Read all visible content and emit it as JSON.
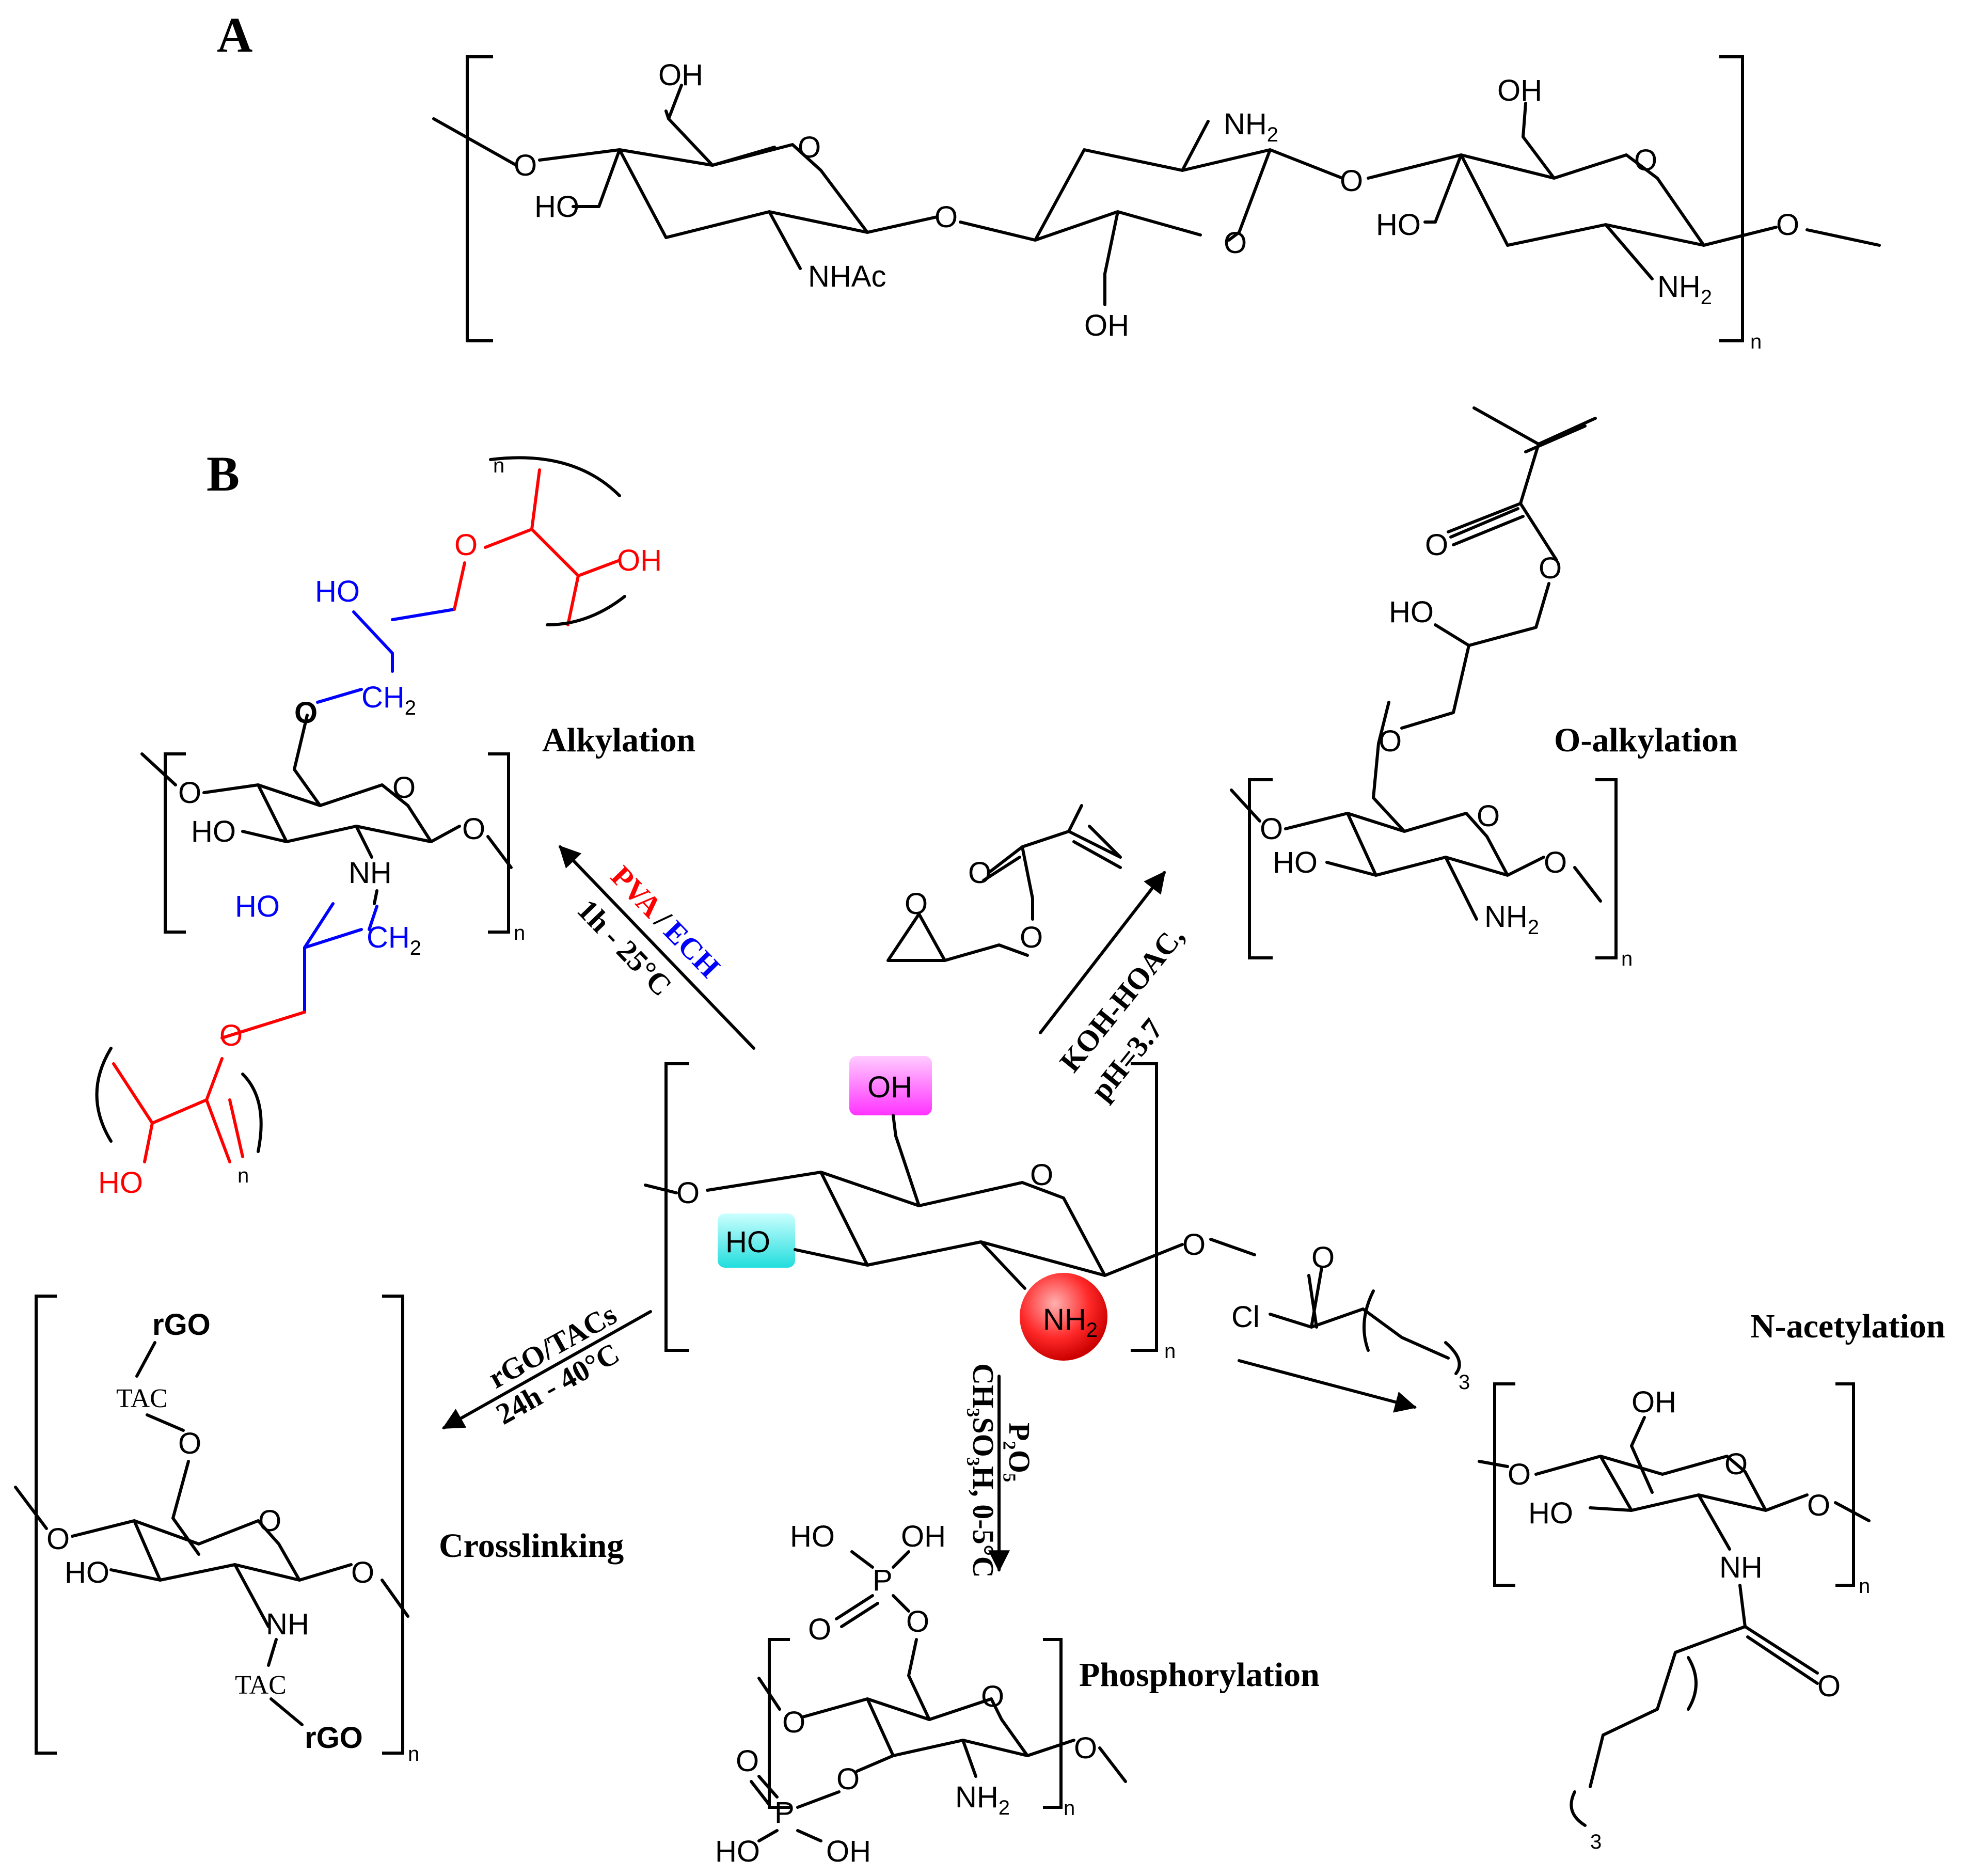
{
  "panels": {
    "a": "A",
    "b": "B"
  },
  "repeat_index": "n",
  "reactions": {
    "alkylation": {
      "label": "Alkylation",
      "reagent_1": "PVA",
      "separator": "/",
      "reagent_2": "ECH",
      "conditions": "1h - 25°C"
    },
    "o_alkylation": {
      "label": "O-alkylation",
      "conditions_1": "KOH-HOAC,",
      "conditions_2": "pH=3.7"
    },
    "crosslinking": {
      "label": "Crosslinking",
      "reagent": "rGO/TACs",
      "conditions": "24h - 40°C"
    },
    "phosphorylation": {
      "label": "Phosphorylation",
      "reagent": "P₂O₅",
      "conditions": "CH₃SO₃H, 0-5°C"
    },
    "n_acetylation": {
      "label": "N-acetylation"
    }
  },
  "atoms": {
    "oh": "OH",
    "ho": "HO",
    "o": "O",
    "nh": "NH",
    "nh2": "NH",
    "nhac": "NHAc",
    "ch2": "CH",
    "sub2": "2",
    "sub3": "3",
    "cl": "Cl",
    "p": "P",
    "rgo": "rGO",
    "tac": "TAC"
  },
  "highlights": {
    "oh_color": "#ff66ff",
    "ho_color": "#33e0e0",
    "nh2_color": "#ff2a2a"
  }
}
